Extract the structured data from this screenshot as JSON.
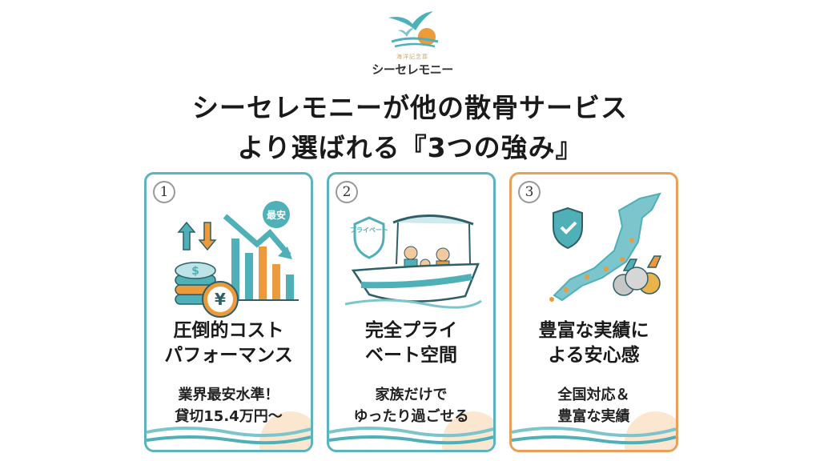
{
  "logo": {
    "tagline": "海洋記念葬",
    "name": "シーセレモニー"
  },
  "title": {
    "line1": "シーセレモニーが他の散骨サービス",
    "line2": "より選ばれる『3つの強み』"
  },
  "cards": [
    {
      "number": "1",
      "badge": "最安",
      "headline1": "圧倒的コスト",
      "headline2": "パフォーマンス",
      "desc1": "業界最安水準！",
      "desc2": "貸切15.4万円〜",
      "border_color": "#5bb3bb"
    },
    {
      "number": "2",
      "badge": "プライベート",
      "headline1": "完全プライ",
      "headline2": "ベート空間",
      "desc1": "家族だけで",
      "desc2": "ゆったり過ごせる",
      "border_color": "#5bb3bb"
    },
    {
      "number": "3",
      "headline1": "豊富な実績に",
      "headline2": "よる安心感",
      "desc1": "全国対応＆",
      "desc2": "豊富な実績",
      "border_color": "#e7a05a"
    }
  ],
  "colors": {
    "teal": "#4fb0b8",
    "orange": "#eb9a3c"
  }
}
